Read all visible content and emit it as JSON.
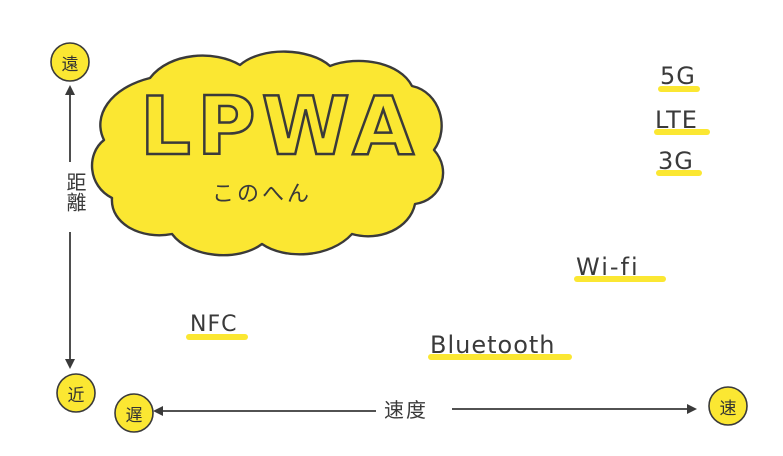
{
  "colors": {
    "accent": "#fbe732",
    "ink": "#3a3a3a",
    "background": "#ffffff"
  },
  "cloud": {
    "title": "LPWA",
    "subtitle": "このへん"
  },
  "axes": {
    "vertical": {
      "top": "遠",
      "bottom": "近",
      "label": "距離"
    },
    "horizontal": {
      "left": "遅",
      "right": "速",
      "label": "速度"
    }
  },
  "technologies": {
    "fiveg": "5G",
    "lte": "LTE",
    "threeg": "3G",
    "wifi": "Wi-fi",
    "nfc": "NFC",
    "bluetooth": "Bluetooth"
  }
}
